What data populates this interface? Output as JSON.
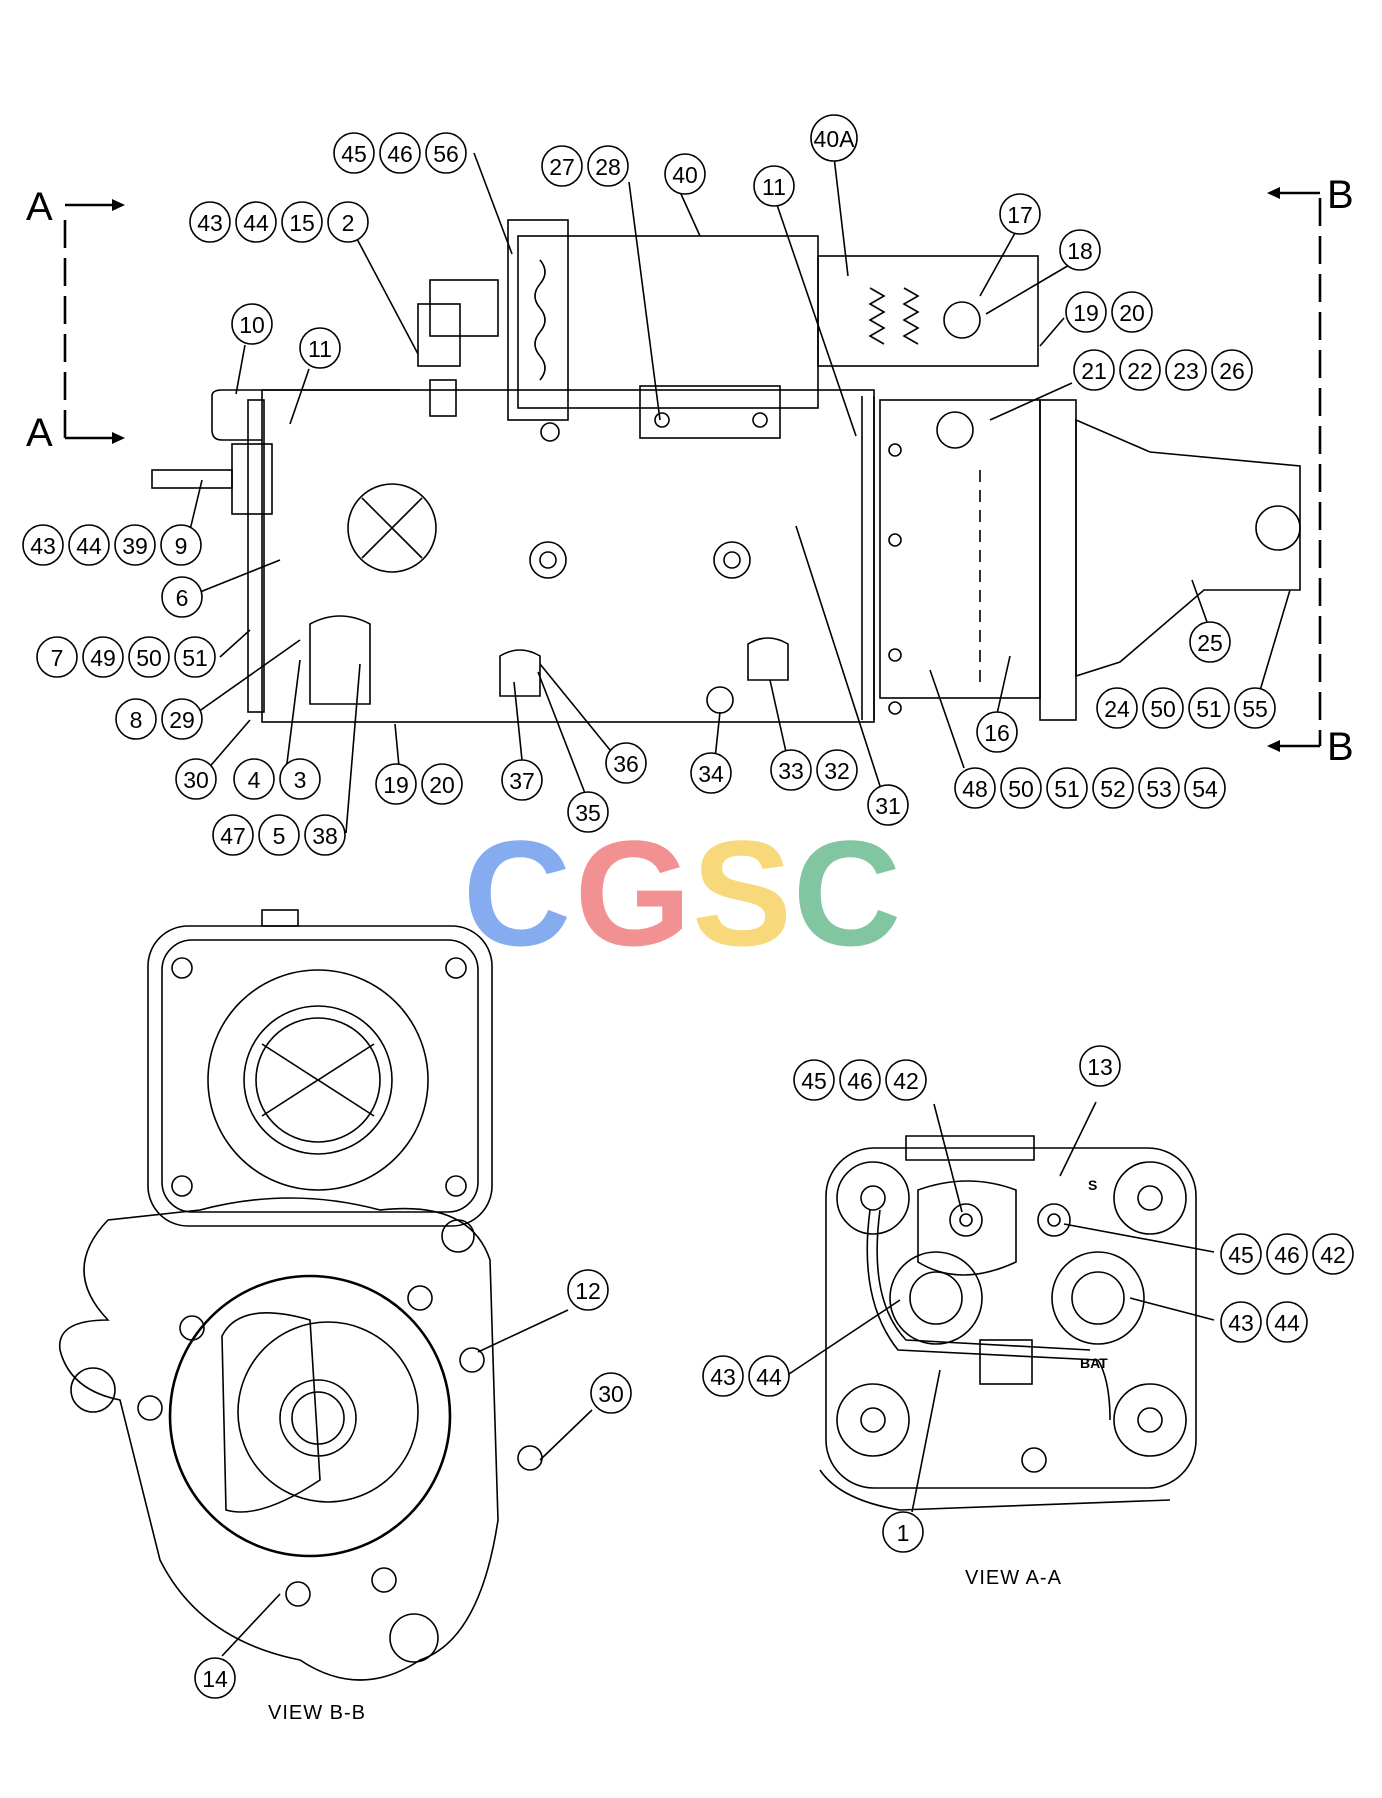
{
  "section_marks": {
    "a": "A",
    "b": "B"
  },
  "view_labels": {
    "b_b": "VIEW B-B",
    "a_a": "VIEW A-A"
  },
  "terminal_labels": {
    "bat": "BAT",
    "s": "S"
  },
  "watermark": {
    "letters": [
      "C",
      "G",
      "S",
      "C"
    ],
    "colors": [
      "#7ea8ef",
      "#f28c8c",
      "#f7d774",
      "#7cc29d"
    ]
  },
  "callout_groups": [
    [
      "45",
      "46",
      "56"
    ],
    [
      "43",
      "44",
      "15",
      "2"
    ],
    [
      "27",
      "28"
    ],
    [
      "40"
    ],
    [
      "11"
    ],
    [
      "40A"
    ],
    [
      "17"
    ],
    [
      "18"
    ],
    [
      "19",
      "20"
    ],
    [
      "21",
      "22",
      "23",
      "26"
    ],
    [
      "10"
    ],
    [
      "11"
    ],
    [
      "43",
      "44",
      "39",
      "9"
    ],
    [
      "6"
    ],
    [
      "7",
      "49",
      "50",
      "51"
    ],
    [
      "8",
      "29"
    ],
    [
      "30"
    ],
    [
      "4",
      "3"
    ],
    [
      "47",
      "5",
      "38"
    ],
    [
      "19",
      "20"
    ],
    [
      "37"
    ],
    [
      "35"
    ],
    [
      "36"
    ],
    [
      "34"
    ],
    [
      "33",
      "32"
    ],
    [
      "31"
    ],
    [
      "48",
      "50",
      "51",
      "52",
      "53",
      "54"
    ],
    [
      "16"
    ],
    [
      "25"
    ],
    [
      "24",
      "50",
      "51",
      "55"
    ],
    [
      "12"
    ],
    [
      "30"
    ],
    [
      "14"
    ],
    [
      "45",
      "46",
      "42"
    ],
    [
      "13"
    ],
    [
      "45",
      "46",
      "42"
    ],
    [
      "43",
      "44"
    ],
    [
      "43",
      "44"
    ],
    [
      "1"
    ]
  ]
}
